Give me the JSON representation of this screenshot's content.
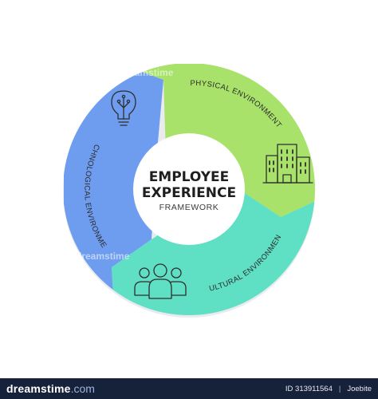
{
  "center": {
    "title_line1": "EMPLOYEE",
    "title_line2": "EXPERIENCE",
    "subtitle": "FRAMEWORK"
  },
  "segments": [
    {
      "id": "physical",
      "label": "PHYSICAL ENVIRONMENT",
      "color": "#a8e26a",
      "icon": "office-building-icon"
    },
    {
      "id": "cultural",
      "label": "CULTURAL ENVIRONMENT",
      "color": "#5fdfc3",
      "icon": "people-group-icon"
    },
    {
      "id": "technological",
      "label": "TECHNOLOGICAL ENVIRONMENT",
      "color": "#6e9df0",
      "icon": "lightbulb-icon"
    }
  ],
  "watermark": {
    "text": "dreamstime"
  },
  "footer": {
    "brand_name": "dreamstime",
    "brand_tld": ".com",
    "image_id": "ID 313911564",
    "author": "Joebite",
    "background": "#16213a"
  }
}
